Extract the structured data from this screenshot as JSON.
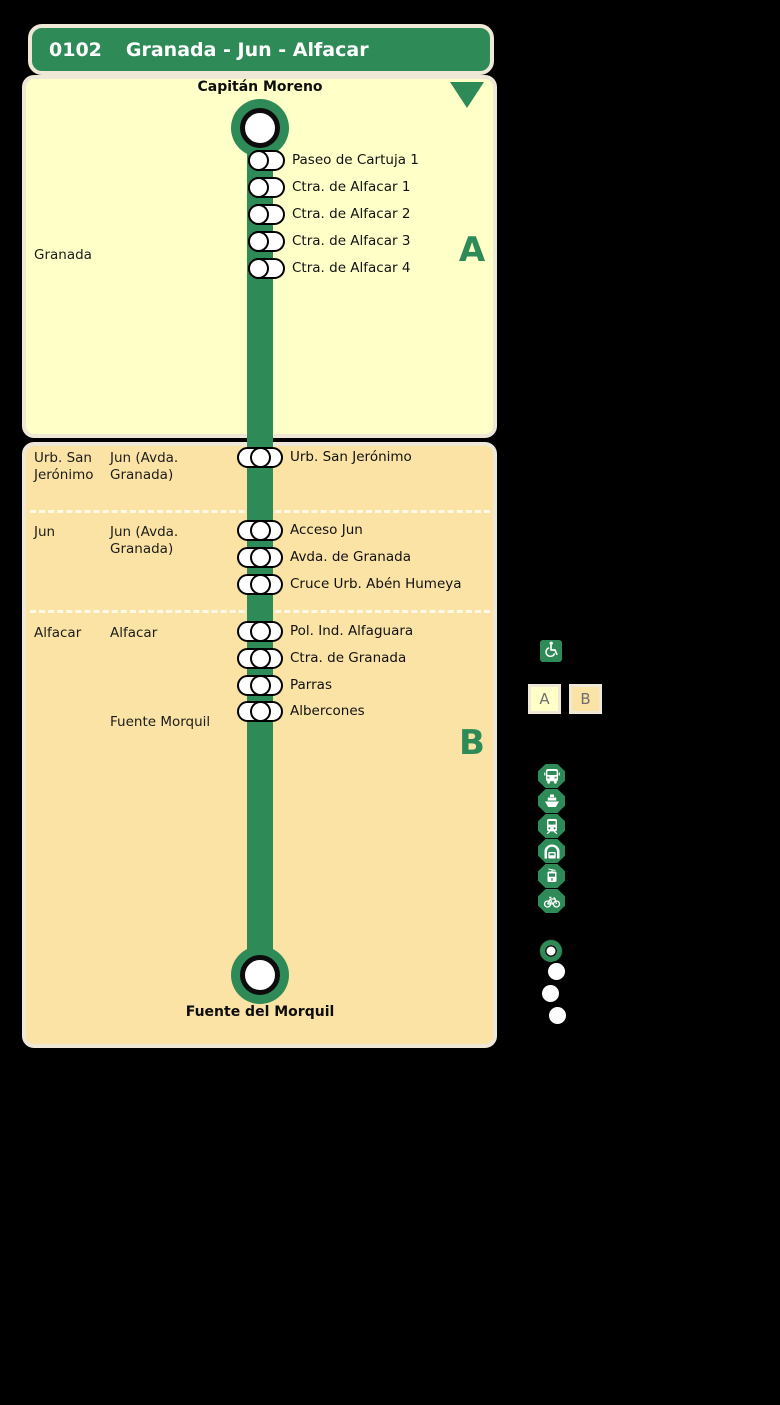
{
  "header": {
    "route_number": "0102",
    "route_name": "Granada - Jun - Alfacar"
  },
  "diagram": {
    "origin_label": "Capitán Moreno",
    "destination_label": "Fuente del Morquil",
    "zone_a": {
      "letter": "A",
      "municipality": "Granada",
      "stops": [
        "Paseo de Cartuja 1",
        "Ctra. de Alfacar 1",
        "Ctra. de Alfacar 2",
        "Ctra. de Alfacar 3",
        "Ctra. de Alfacar 4"
      ]
    },
    "zone_b": {
      "letter": "B",
      "rows": [
        {
          "municipality": "Urb. San Jerónimo",
          "nucleus": "Jun (Avda. Granada)"
        },
        {
          "municipality": "Jun",
          "nucleus": "Jun (Avda. Granada)"
        },
        {
          "municipality": "Alfacar",
          "nucleus": "Alfacar"
        },
        {
          "nucleus": "Fuente Morquil"
        }
      ],
      "stops": [
        "Urb. San Jerónimo",
        "Acceso Jun",
        "Avda. de Granada",
        "Cruce Urb. Abén Humeya",
        "Pol. Ind. Alfaguara",
        "Ctra. de Granada",
        "Parras",
        "Albercones"
      ]
    }
  },
  "legend": {
    "zone_boxes": [
      "A",
      "B"
    ],
    "accessibility_icon": "wheelchair",
    "mode_icons": [
      "bus",
      "ferry",
      "train",
      "metro",
      "tram",
      "bicycle"
    ],
    "stop_type_icons": [
      "terminus",
      "stop-both-directions",
      "stop-direction-outbound",
      "stop-direction-return"
    ]
  },
  "colors": {
    "line_green": "#2E8B57",
    "zone_a_bg": "#FFFFC8",
    "zone_b_bg": "#FAE3A4",
    "panel_border": "#EFE8D7"
  }
}
